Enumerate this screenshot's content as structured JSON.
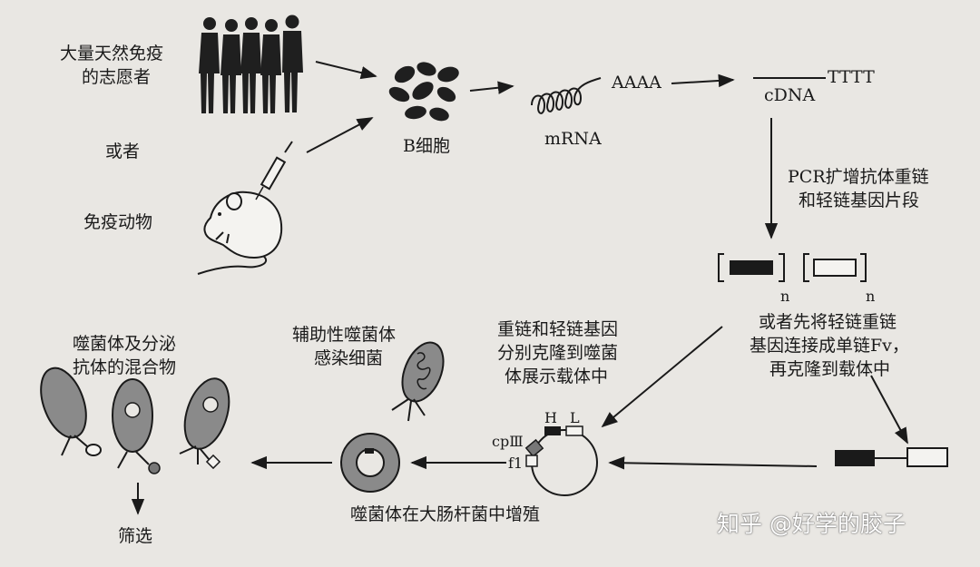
{
  "labels": {
    "volunteers": [
      "大量天然免疫",
      "的志愿者"
    ],
    "or": "或者",
    "immune_animal": "免疫动物",
    "b_cell": "B细胞",
    "mrna": "mRNA",
    "polya": "AAAA",
    "cdna": "cDNA",
    "polyt": "TTTT",
    "pcr": [
      "PCR扩增抗体重链",
      "和轻链基因片段"
    ],
    "n1": "n",
    "n2": "n",
    "scfv": [
      "或者先将轻链重链",
      "基因连接成单链Fv，",
      "再克隆到载体中"
    ],
    "clone": [
      "重链和轻链基因",
      "分别克隆到噬菌",
      "体展示载体中"
    ],
    "cpiii": "cpⅢ",
    "f1": "f1",
    "h": "H",
    "l": "L",
    "proliferate": "噬菌体在大肠杆菌中增殖",
    "helper": [
      "辅助性噬菌体",
      "感染细菌"
    ],
    "mixture": [
      "噬菌体及分泌",
      "抗体的混合物"
    ],
    "screen": "筛选"
  },
  "watermark": "知乎 @好学的胶子",
  "colors": {
    "ink": "#1a1a1a",
    "paper": "#e9e7e3",
    "shade": "#8a8a8a"
  }
}
